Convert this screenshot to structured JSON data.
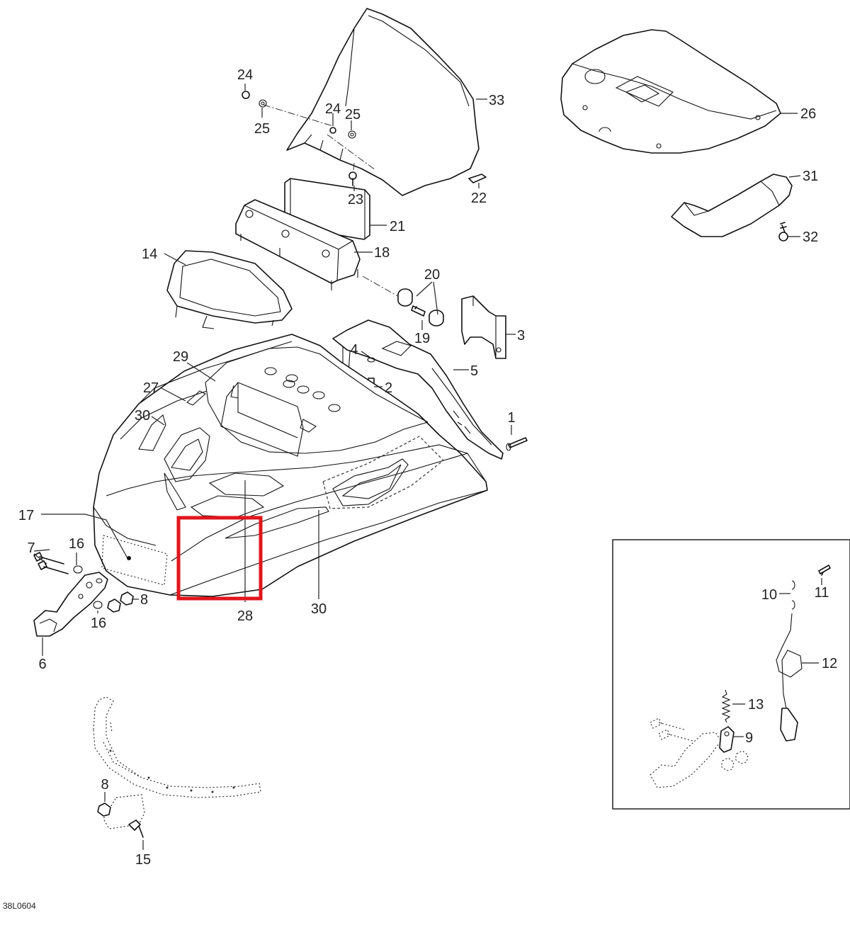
{
  "drawing_code": "38L0604",
  "highlight_color": "#e0161d",
  "callouts": {
    "c1": "1",
    "c2": "2",
    "c3": "3",
    "c4": "4",
    "c5": "5",
    "c6": "6",
    "c7": "7",
    "c8a": "8",
    "c8b": "8",
    "c9": "9",
    "c10": "10",
    "c11": "11",
    "c12": "12",
    "c13": "13",
    "c14": "14",
    "c15": "15",
    "c16a": "16",
    "c16b": "16",
    "c17": "17",
    "c18": "18",
    "c19": "19",
    "c20": "20",
    "c21": "21",
    "c22": "22",
    "c23": "23",
    "c24a": "24",
    "c24b": "24",
    "c25a": "25",
    "c25b": "25",
    "c26": "26",
    "c27": "27",
    "c28": "28",
    "c29": "29",
    "c30a": "30",
    "c30b": "30",
    "c31": "31",
    "c32": "32",
    "c33": "33"
  }
}
